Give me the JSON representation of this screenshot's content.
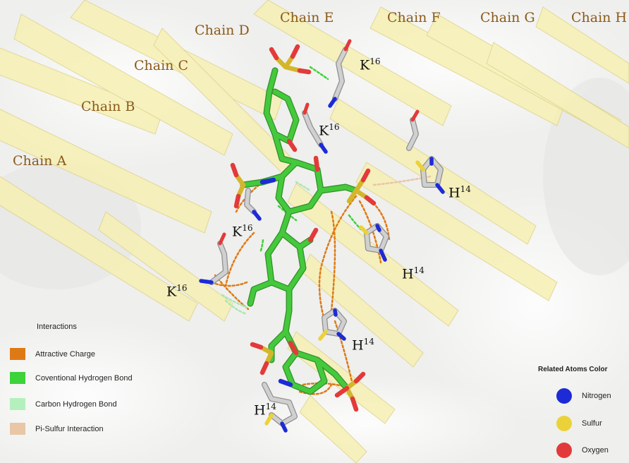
{
  "chains": [
    {
      "id": "A",
      "label": "Chain A"
    },
    {
      "id": "B",
      "label": "Chain B"
    },
    {
      "id": "C",
      "label": "Chain C"
    },
    {
      "id": "D",
      "label": "Chain D"
    },
    {
      "id": "E",
      "label": "Chain E"
    },
    {
      "id": "F",
      "label": "Chain F"
    },
    {
      "id": "G",
      "label": "Chain G"
    },
    {
      "id": "H",
      "label": "Chain H"
    }
  ],
  "residues": [
    {
      "letter": "K",
      "number": "16"
    },
    {
      "letter": "K",
      "number": "16"
    },
    {
      "letter": "H",
      "number": "14"
    },
    {
      "letter": "K",
      "number": "16"
    },
    {
      "letter": "H",
      "number": "14"
    },
    {
      "letter": "K",
      "number": "16"
    },
    {
      "letter": "H",
      "number": "14"
    },
    {
      "letter": "H",
      "number": "14"
    }
  ],
  "interactions": {
    "title": "Interactions",
    "items": [
      {
        "label": "Attractive Charge",
        "color": "#de7a16"
      },
      {
        "label": "Coventional Hydrogen Bond",
        "color": "#3ed23b"
      },
      {
        "label": "Carbon Hydrogen Bond",
        "color": "#b4f0bd"
      },
      {
        "label": "Pi-Sulfur Interaction",
        "color": "#e8c6a6"
      }
    ]
  },
  "atom_colors": {
    "title": "Related Atoms Color",
    "items": [
      {
        "label": "Nitrogen",
        "color": "#1c2bd6"
      },
      {
        "label": "Sulfur",
        "color": "#ecd239"
      },
      {
        "label": "Oxygen",
        "color": "#e23a3a"
      }
    ]
  },
  "colors": {
    "beta_sheet": "#f7f0b4",
    "surface": "#e9e9e7",
    "carbon_ligand": "#45c93c",
    "carbon_residue": "#c9c9c9",
    "hydrogen": "#ffffff"
  }
}
